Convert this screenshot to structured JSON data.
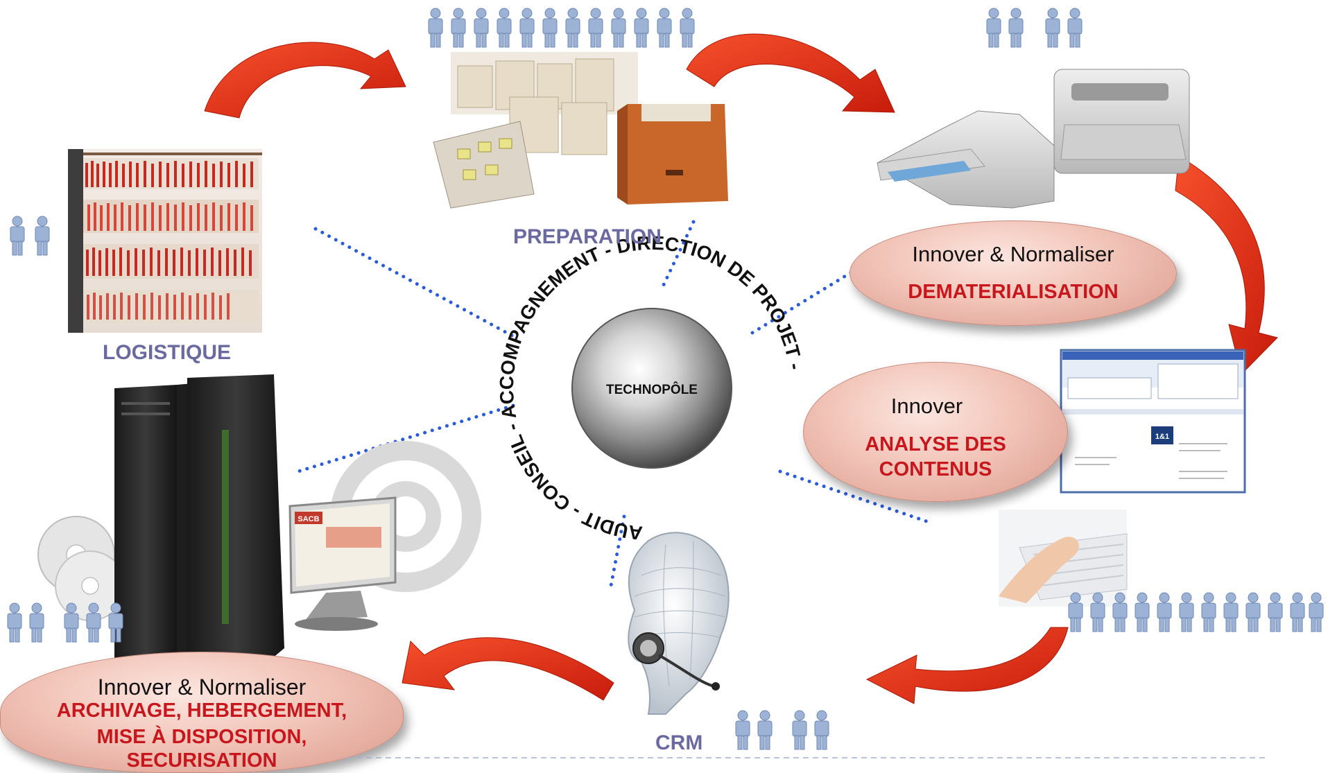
{
  "center": {
    "title": "TECHNOPÔLE",
    "ring_text": "AUDIT - CONSEIL - ACCOMPAGNEMENT - DIRECTION DE PROJET -"
  },
  "stages": {
    "preparation": "PREPARATION",
    "logistique": "LOGISTIQUE",
    "crm": "CRM"
  },
  "ovals": {
    "dematerialisation": {
      "line1": "Innover & Normaliser",
      "line2": "DEMATERIALISATION"
    },
    "analyse": {
      "line1": "Innover",
      "line2": "ANALYSE DES",
      "line3": "CONTENUS"
    },
    "archivage": {
      "line1": "Innover & Normaliser",
      "line2": "ARCHIVAGE,  HEBERGEMENT,",
      "line3": "MISE À DISPOSITION,",
      "line4": "SECURISATION"
    }
  },
  "screen": {
    "logo": "1&1"
  },
  "server": {
    "brand": "SACB"
  },
  "colors": {
    "arrow": "#e8341c",
    "dots": "#2a5bd8",
    "label": "#6b6aa0",
    "accent_text": "#c8161d",
    "people": "#9cb3d6"
  }
}
